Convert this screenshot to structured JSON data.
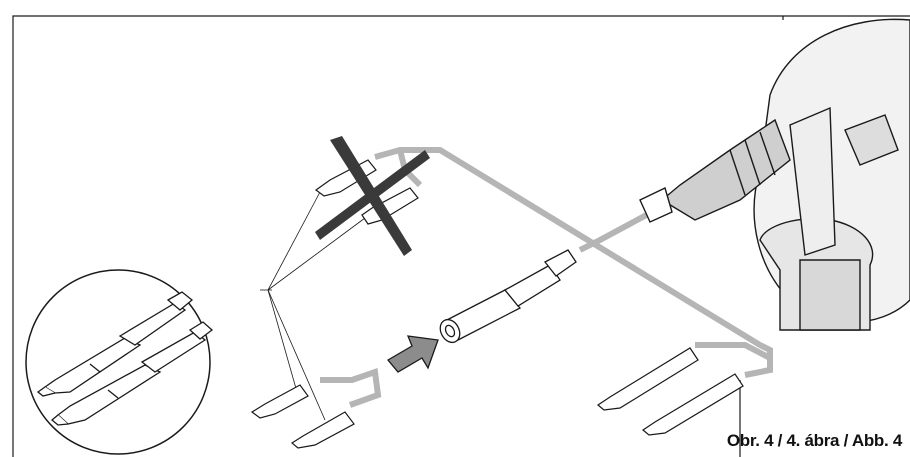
{
  "caption": "Obr. 4 / 4. ábra / Abb. 4",
  "colors": {
    "line": "#1a1a1a",
    "connector": "#b5b5b5",
    "arrow": "#8c8c8c",
    "cross": "#3a3a3a",
    "background": "#ffffff"
  },
  "icons": {
    "frame": "figure-frame",
    "drill": "power-drill-icon",
    "chuck": "drill-chuck-icon",
    "bit_holder": "bit-holder-adapter-icon",
    "arrow": "insert-arrow-icon",
    "cross": "not-allowed-cross-icon",
    "bits": "screwdriver-bit-icon",
    "magnifier": "detail-magnifier-circle"
  }
}
